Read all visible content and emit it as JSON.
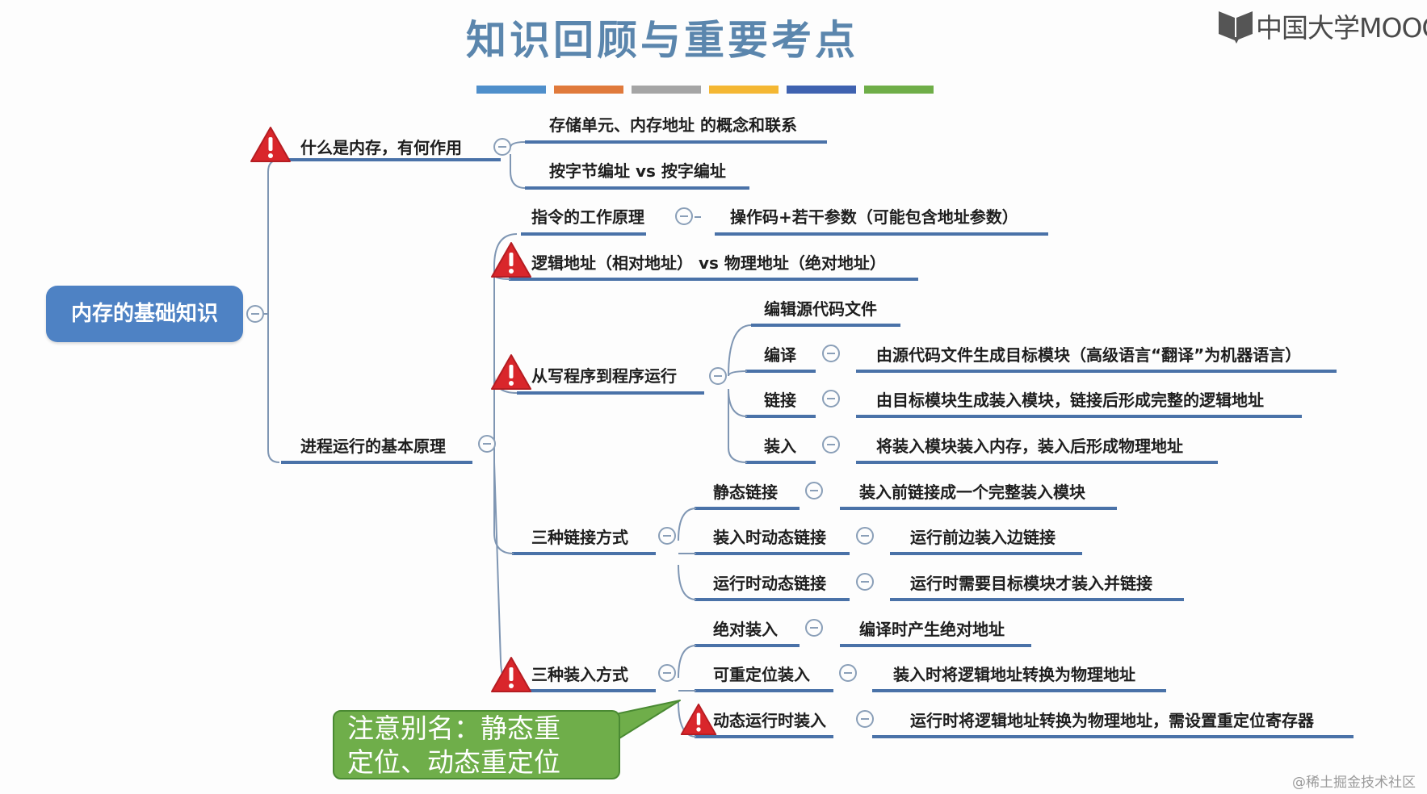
{
  "slide": {
    "title": "知识回顾与重要考点",
    "logo_text": "中国大学MOOC",
    "logo_icon": "book-icon",
    "watermark": "@稀土掘金技术社区",
    "color_bar": [
      "#4f8fcb",
      "#e07a3c",
      "#a5a5a5",
      "#f4b733",
      "#3f62b0",
      "#6fae48"
    ]
  },
  "mindmap": {
    "root": "内存的基础知识",
    "branch1": {
      "label": "什么是内存，有何作用",
      "children": [
        "存储单元、内存地址 的概念和联系",
        "按字节编址 vs 按字编址"
      ]
    },
    "branch2": {
      "label": "进程运行的基本原理",
      "instruction": {
        "label": "指令的工作原理",
        "detail": "操作码+若干参数（可能包含地址参数）"
      },
      "address": "逻辑地址（相对地址） vs 物理地址（绝对地址）",
      "program": {
        "label": "从写程序到程序运行",
        "steps": [
          {
            "label": "编辑源代码文件",
            "detail": ""
          },
          {
            "label": "编译",
            "detail": "由源代码文件生成目标模块（高级语言“翻译”为机器语言）"
          },
          {
            "label": "链接",
            "detail": "由目标模块生成装入模块，链接后形成完整的逻辑地址"
          },
          {
            "label": "装入",
            "detail": "将装入模块装入内存，装入后形成物理地址"
          }
        ]
      },
      "linking": {
        "label": "三种链接方式",
        "items": [
          {
            "label": "静态链接",
            "detail": "装入前链接成一个完整装入模块"
          },
          {
            "label": "装入时动态链接",
            "detail": "运行前边装入边链接"
          },
          {
            "label": "运行时动态链接",
            "detail": "运行时需要目标模块才装入并链接"
          }
        ]
      },
      "loading": {
        "label": "三种装入方式",
        "items": [
          {
            "label": "绝对装入",
            "detail": "编译时产生绝对地址"
          },
          {
            "label": "可重定位装入",
            "detail": "装入时将逻辑地址转换为物理地址"
          },
          {
            "label": "动态运行时装入",
            "detail": "运行时将逻辑地址转换为物理地址，需设置重定位寄存器"
          }
        ]
      }
    },
    "callout": {
      "line1": "注意别名：静态重",
      "line2": "定位、动态重定位"
    }
  }
}
